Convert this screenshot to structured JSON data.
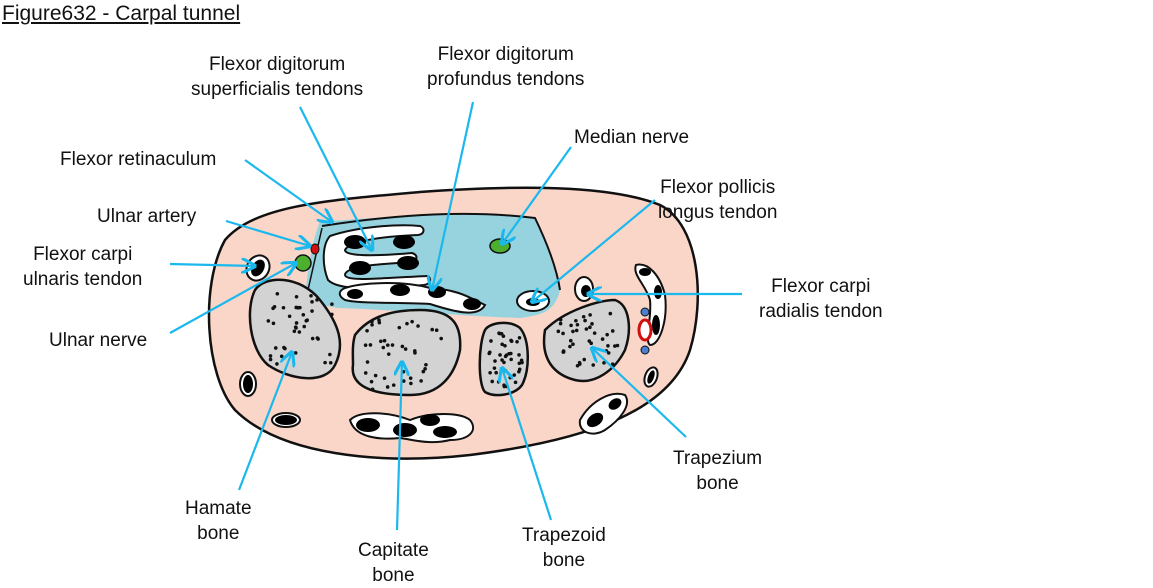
{
  "title": "Figure632 - Carpal tunnel",
  "colors": {
    "skin": "#f9d6c8",
    "tunnel": "#96d3de",
    "bone": "#d3d3d3",
    "pointer": "#1bb8ee",
    "nerve": "#4caf2e",
    "artery": "#d01010",
    "vein": "#4a7fd0",
    "outline": "#111111"
  },
  "labels": {
    "fds": "Flexor digitorum\nsuperficialis tendons",
    "fdp": "Flexor digitorum\nprofundus tendons",
    "median_nerve": "Median nerve",
    "flexor_retinaculum": "Flexor retinaculum",
    "ulnar_artery": "Ulnar artery",
    "fcu": "Flexor carpi\nulnaris tendon",
    "ulnar_nerve": "Ulnar nerve",
    "fpl": "Flexor pollicis\nlongus tendon",
    "fcr": "Flexor carpi\nradialis tendon",
    "hamate": "Hamate\nbone",
    "capitate": "Capitate\nbone",
    "trapezoid": "Trapezoid\nbone",
    "trapezium": "Trapezium\nbone"
  }
}
